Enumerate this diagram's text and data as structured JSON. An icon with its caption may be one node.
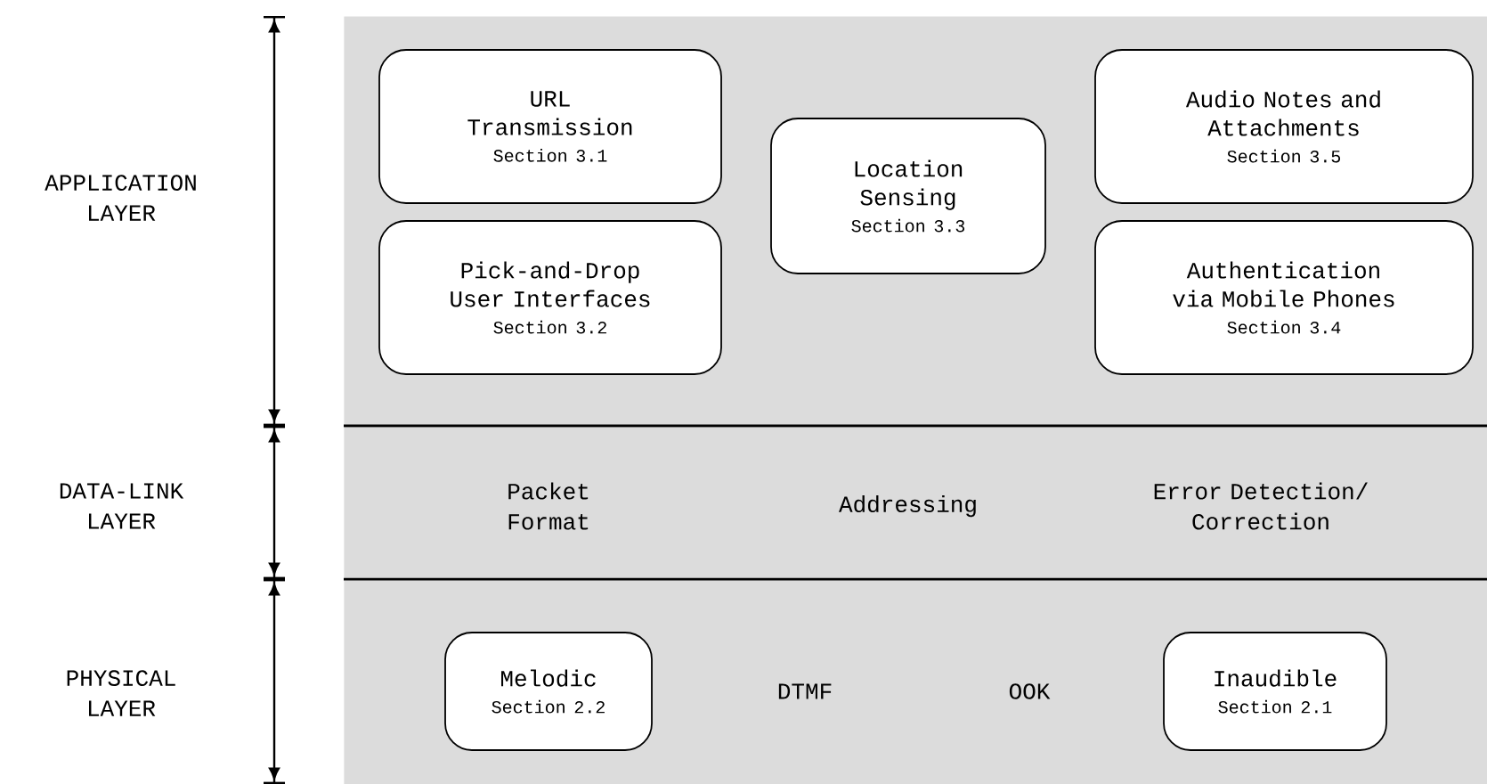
{
  "diagram": {
    "nodes": [
      {
        "text": [],
        "shape": "box"
      },
      {
        "text": [
          "URL Transmission",
          "Section 3.1"
        ],
        "in": 0
      },
      {
        "text": [
          "Pick-and-Drop User Interfaces",
          "Section 3.2"
        ],
        "in": 0
      },
      {
        "text": [
          "Location Sensing",
          "Section 3.3"
        ],
        "in": 0
      },
      {
        "text": [
          "Audio Notes and Attachments",
          "Section 3.5"
        ],
        "in": 0
      },
      {
        "text": [
          "Authentication via Mobile Phones",
          "Section 3.4"
        ],
        "in": 0
      },
      {
        "text": [
          "Packet Format",
          "Addressing",
          "Error Detection/ Correction"
        ]
      },
      {
        "text": [
          "DTMF",
          "OOK"
        ]
      },
      {
        "text": [
          "Melodic",
          "Section 2.2"
        ],
        "in": 7
      },
      {
        "text": [
          "Inaudible",
          "Section 2.1"
        ],
        "in": 7
      }
    ],
    "labels": [
      "APPLICATION LAYER",
      "DATA-LINK LAYER",
      "PHYSICAL LAYER"
    ]
  }
}
